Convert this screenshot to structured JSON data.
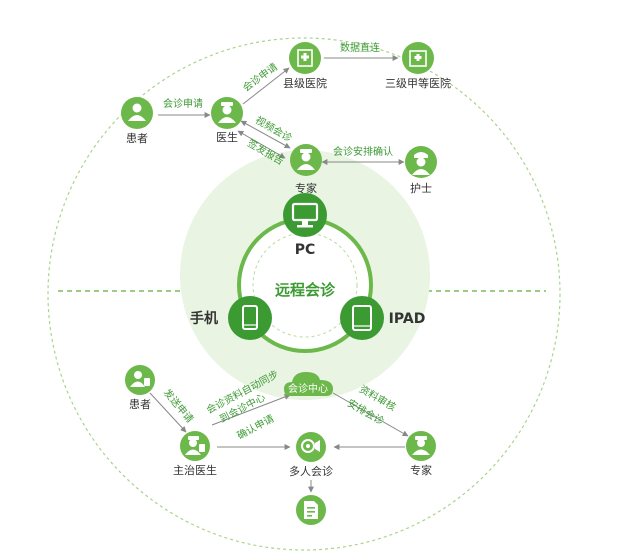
{
  "colors": {
    "green": "#6cb84a",
    "green_dark": "#3c9a33",
    "green_light": "#e8f3e1",
    "line": "#8cc56f",
    "arrow": "#888888",
    "text": "#333333"
  },
  "center": {
    "title": "远程会诊",
    "devices": [
      {
        "label": "PC",
        "icon": "monitor-icon"
      },
      {
        "label": "手机",
        "icon": "phone-icon"
      },
      {
        "label": "IPAD",
        "icon": "tablet-icon"
      }
    ]
  },
  "top_section": {
    "nodes": [
      {
        "id": "patient",
        "label": "患者",
        "icon": "person-icon"
      },
      {
        "id": "doctor",
        "label": "医生",
        "icon": "doctor-icon"
      },
      {
        "id": "county",
        "label": "县级医院",
        "icon": "hospital-icon"
      },
      {
        "id": "tertiary",
        "label": "三级甲等医院",
        "icon": "hospital-icon"
      },
      {
        "id": "expert",
        "label": "专家",
        "icon": "doctor-icon"
      },
      {
        "id": "nurse",
        "label": "护士",
        "icon": "nurse-icon"
      }
    ],
    "edges": [
      {
        "id": "e1",
        "label": "会诊申请"
      },
      {
        "id": "e2",
        "label": "会诊申请"
      },
      {
        "id": "e3",
        "label": "数据直连"
      },
      {
        "id": "e4",
        "label": "视频会诊"
      },
      {
        "id": "e5",
        "label": "签发报告"
      },
      {
        "id": "e6",
        "label": "会诊安排确认"
      }
    ]
  },
  "bottom_section": {
    "nodes": [
      {
        "id": "patient",
        "label": "患者",
        "icon": "person-tablet-icon"
      },
      {
        "id": "attending",
        "label": "主治医生",
        "icon": "doctor-tablet-icon"
      },
      {
        "id": "cloud",
        "label": "会诊中心",
        "icon": "cloud-icon"
      },
      {
        "id": "expert",
        "label": "专家",
        "icon": "doctor-icon"
      },
      {
        "id": "multi",
        "label": "多人会诊",
        "icon": "camera-icon"
      },
      {
        "id": "report",
        "label": "",
        "icon": "report-icon"
      }
    ],
    "edges": [
      {
        "id": "b1",
        "label": "发送申请"
      },
      {
        "id": "b2",
        "label": "会诊资料自动同步"
      },
      {
        "id": "b3",
        "label": "到会诊中心"
      },
      {
        "id": "b4",
        "label": "确认申请"
      },
      {
        "id": "b5",
        "label": "资料审核"
      },
      {
        "id": "b6",
        "label": "安排会诊"
      }
    ]
  }
}
